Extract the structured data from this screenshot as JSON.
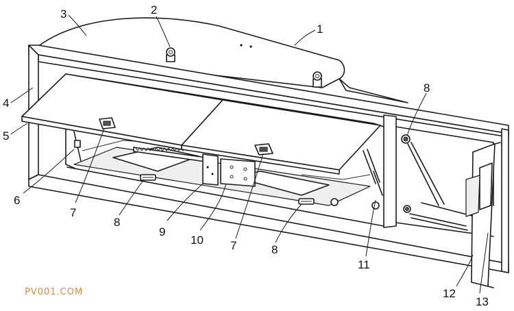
{
  "reference_numerals": [
    "1",
    "2",
    "3",
    "4",
    "5",
    "6",
    "7",
    "8",
    "9",
    "10",
    "7",
    "8",
    "8",
    "11",
    "12",
    "13"
  ],
  "watermark": "PV001.COM",
  "colors": {
    "line": "#1a1a1a",
    "watermark": "#e28a3c",
    "background": "#ffffff"
  }
}
